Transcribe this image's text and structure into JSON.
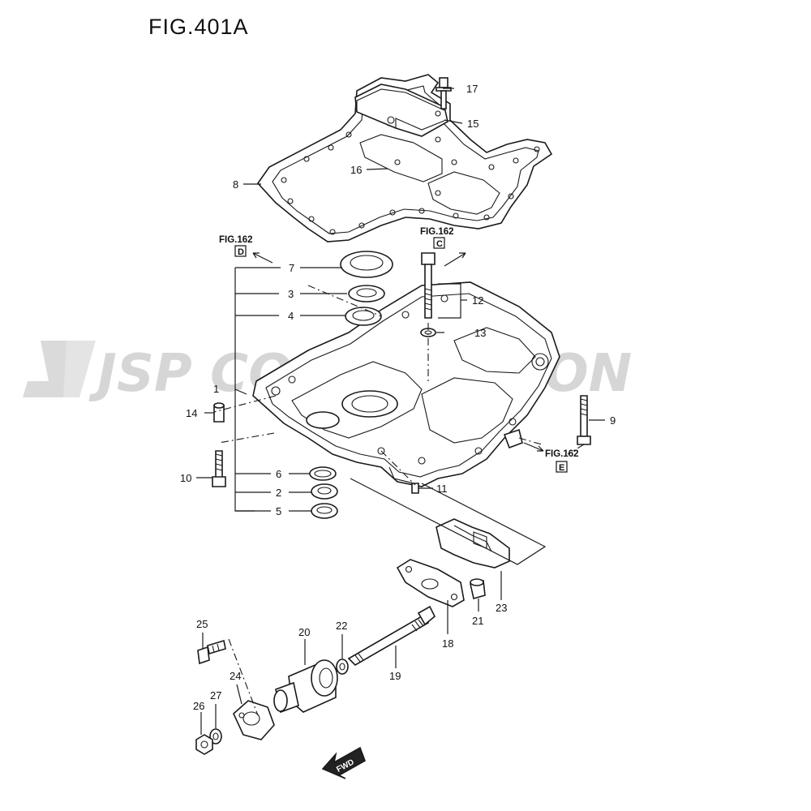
{
  "figure": {
    "title": "FIG.401A"
  },
  "watermark": {
    "text": "JSP CORPORATION"
  },
  "parts": [
    "1",
    "2",
    "3",
    "4",
    "5",
    "6",
    "7",
    "8",
    "9",
    "10",
    "11",
    "12",
    "13",
    "14",
    "15",
    "16",
    "17",
    "18",
    "19",
    "20",
    "21",
    "22",
    "23",
    "24",
    "25",
    "26",
    "27"
  ],
  "references": [
    {
      "fig": "FIG.162",
      "box": "D"
    },
    {
      "fig": "FIG.162",
      "box": "C"
    },
    {
      "fig": "FIG.162",
      "box": "E"
    }
  ],
  "fwd_label": "FWD"
}
